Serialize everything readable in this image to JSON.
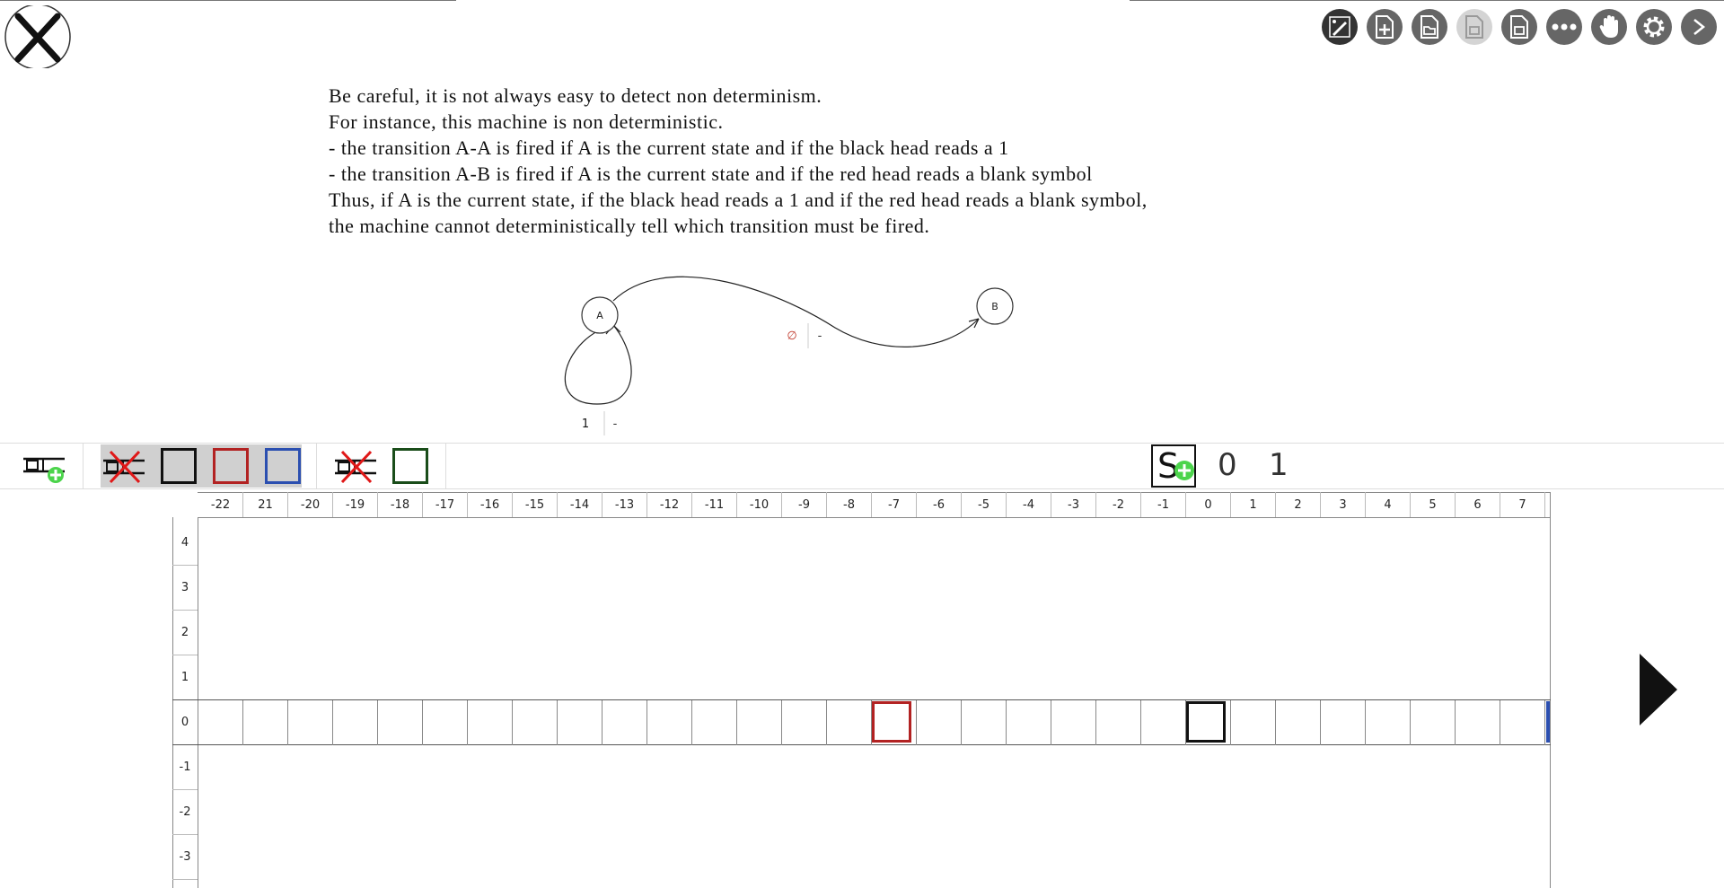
{
  "paragraph": {
    "line1": "Be careful, it is not always easy to detect non determinism.",
    "line2": "For instance, this machine is non deterministic.",
    "line3": "- the transition A-A is fired if A is the current state and if the black head reads a 1",
    "line4": "- the transition A-B is fired if A is the current state and if the red head reads a blank symbol",
    "line5": "Thus, if A is the current state, if the black head reads a 1 and if the red head reads a blank symbol,",
    "line6": "the machine cannot deterministically tell which transition must be fired."
  },
  "diagram": {
    "state_a": "A",
    "state_b": "B",
    "loop_label_read": "1",
    "loop_label_write": "-",
    "edge_label_read": "∅",
    "edge_label_write": "-"
  },
  "symbols": {
    "s0": "0",
    "s1": "1"
  },
  "ruler": {
    "columns": [
      "-22",
      "21",
      "-20",
      "-19",
      "-18",
      "-17",
      "-16",
      "-15",
      "-14",
      "-13",
      "-12",
      "-11",
      "-10",
      "-9",
      "-8",
      "-7",
      "-6",
      "-5",
      "-4",
      "-3",
      "-2",
      "-1",
      "0",
      "1",
      "2",
      "3",
      "4",
      "5",
      "6",
      "7"
    ],
    "rows": [
      "4",
      "3",
      "2",
      "1",
      "0",
      "-1",
      "-2",
      "-3"
    ]
  },
  "colors": {
    "black_head": "#111111",
    "red_head": "#b22222",
    "blue_head": "#2b4fb0",
    "green_head": "#1a4d1a",
    "add_green": "#4cd44c"
  },
  "toolbar_icons": [
    "edit-icon",
    "new-file-icon",
    "open-file-icon",
    "save-icon",
    "save-as-icon",
    "more-icon",
    "hand-icon",
    "settings-icon",
    "next-icon"
  ]
}
